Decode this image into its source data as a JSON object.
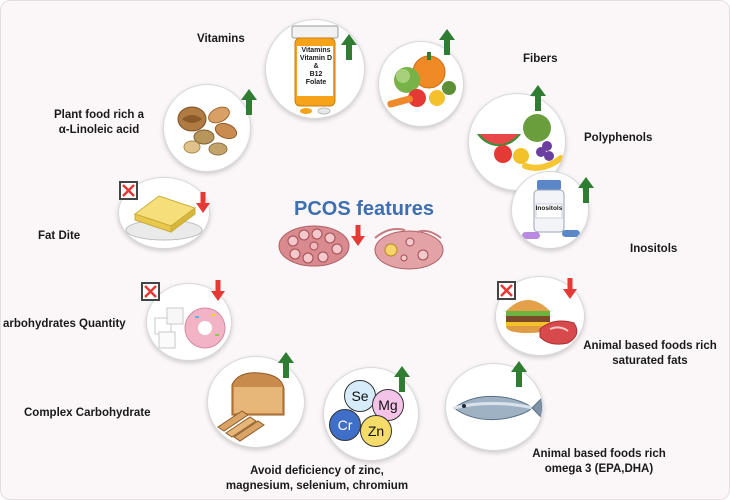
{
  "title": "PCOS features",
  "vitamin_bottle": {
    "line1": "Vitamins",
    "line2": "Vitamin D",
    "line3": "&",
    "line4": "B12",
    "line5": "Folate"
  },
  "inositol_bottle": "Inositols",
  "minerals": {
    "se": "Se",
    "mg": "Mg",
    "cr": "Cr",
    "zn": "Zn"
  },
  "labels": {
    "vitamins": "Vitamins",
    "fibers": "Fibers",
    "plant_food_1": "Plant food rich a",
    "plant_food_2": "α-Linoleic acid",
    "polyphenols": "Polyphenols",
    "fat_diet": "Fat Dite",
    "inositols": "Inositols",
    "carb_quantity": "arbohydrates Quantity",
    "animal_sat_1": "Animal based foods rich",
    "animal_sat_2": "saturated fats",
    "complex_carb": "Complex Carbohydrate",
    "animal_omega_1": "Animal based foods rich",
    "animal_omega_2": "omega 3 (EPA,DHA)",
    "avoid_1": "Avoid deficiency of zinc,",
    "avoid_2": "magnesium, selenium, chromium"
  },
  "colors": {
    "title": "#3e6fb0",
    "arrow_up": "#2e7d32",
    "arrow_down": "#e53935",
    "cross": "#e53935"
  },
  "icons": {
    "up": "arrow-up-icon",
    "down": "arrow-down-icon",
    "cross": "cross-box-icon"
  }
}
